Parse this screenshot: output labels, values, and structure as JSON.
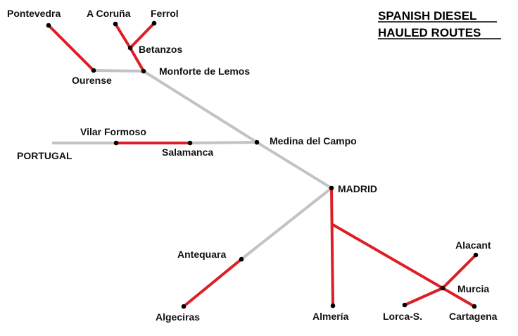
{
  "title": {
    "line1": "SPANISH DIESEL",
    "line2": "HAULED ROUTES"
  },
  "colors": {
    "diesel": "#dd1e26",
    "other": "#c3c3c3",
    "station": "#000000"
  },
  "stations": {
    "pontevedra": "Pontevedra",
    "a_coruna": "A Coruña",
    "ferrol": "Ferrol",
    "betanzos": "Betanzos",
    "ourense": "Ourense",
    "monforte": "Monforte de Lemos",
    "vilar_formoso": "Vilar Formoso",
    "portugal": "PORTUGAL",
    "salamanca": "Salamanca",
    "medina": "Medina del Campo",
    "madrid": "MADRID",
    "antequara": "Antequara",
    "algeciras": "Algeciras",
    "almeria": "Almería",
    "alacant": "Alacant",
    "murcia": "Murcia",
    "lorca": "Lorca-S.",
    "cartagena": "Cartagena"
  },
  "routes": [
    {
      "from": "pontevedra",
      "to": "ourense",
      "type": "diesel"
    },
    {
      "from": "a_coruna",
      "to": "betanzos",
      "type": "diesel"
    },
    {
      "from": "ferrol",
      "to": "betanzos",
      "type": "diesel"
    },
    {
      "from": "betanzos",
      "to": "monforte",
      "type": "diesel"
    },
    {
      "from": "ourense",
      "to": "monforte",
      "type": "other"
    },
    {
      "from": "monforte",
      "to": "medina",
      "type": "other"
    },
    {
      "from": "portugal",
      "to": "vilar_formoso",
      "type": "other"
    },
    {
      "from": "vilar_formoso",
      "to": "salamanca",
      "type": "diesel"
    },
    {
      "from": "salamanca",
      "to": "medina",
      "type": "other"
    },
    {
      "from": "medina",
      "to": "madrid",
      "type": "other"
    },
    {
      "from": "madrid",
      "to": "antequara",
      "type": "other"
    },
    {
      "from": "antequara",
      "to": "algeciras",
      "type": "diesel"
    },
    {
      "from": "madrid",
      "to": "almeria",
      "type": "diesel"
    },
    {
      "from": "madrid",
      "to": "cartagena",
      "type": "diesel"
    },
    {
      "from": "alacant",
      "to": "murcia",
      "type": "diesel"
    },
    {
      "from": "murcia",
      "to": "lorca",
      "type": "diesel"
    }
  ]
}
